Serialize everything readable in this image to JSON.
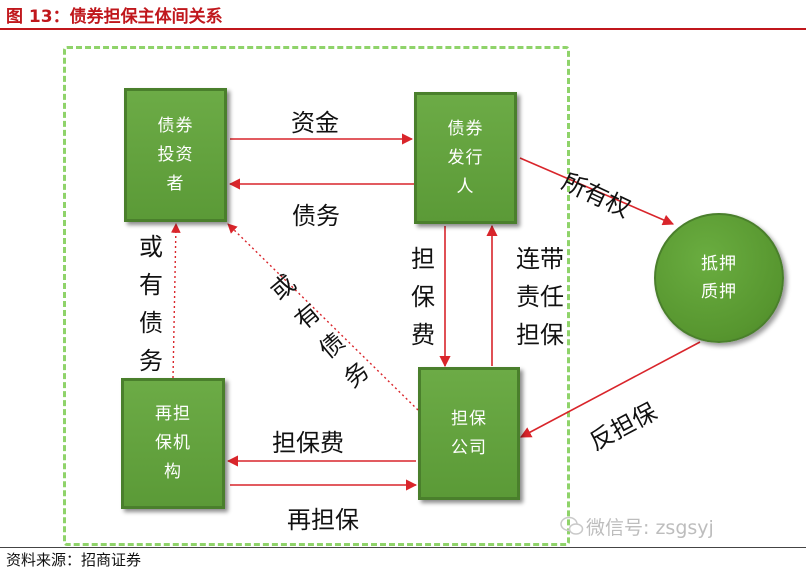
{
  "title": "图 13：债券担保主体间关系",
  "nodes": {
    "investor": "债券\n投资\n者",
    "issuer": "债券\n发行\n人",
    "reguarantor": "再担\n保机\n构",
    "guarantor": "担保\n公司",
    "collateral": "抵押\n质押"
  },
  "edges": {
    "funds": "资金",
    "debt": "债务",
    "ownership": "所有权",
    "guarantee_fee_down": "担保费",
    "joint_liability": "连带责任担保",
    "contingent_debt_left": "或有债务",
    "contingent_debt_diag": "或有债务",
    "guarantee_fee_left": "担保费",
    "reguarantee": "再担保",
    "counter_guarantee": "反担保"
  },
  "footer": "资料来源：招商证券",
  "watermark": "微信号: zsgsyj",
  "colors": {
    "title": "#c0171c",
    "node_fill": "#5e9e3a",
    "arrow": "#d9252b",
    "frame": "#8fd36a"
  }
}
